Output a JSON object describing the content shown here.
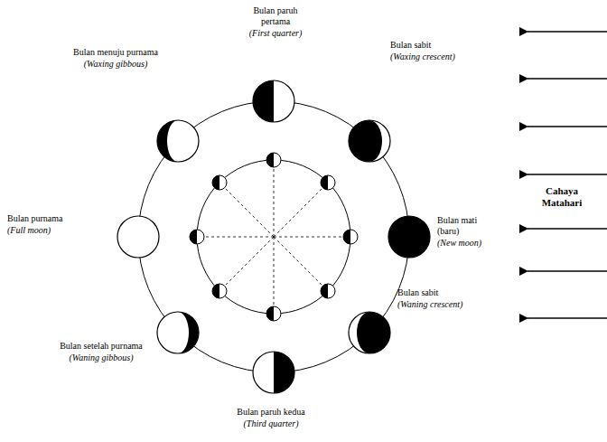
{
  "diagram": {
    "labels": [
      "Bulan paruh pertama",
      "(First quarter)",
      "Bulan menuju purnama",
      "(Waxing gibbous)",
      "Bulan sabit",
      "(Waxing crescent)",
      "Bulan purnama",
      "(Full moon)",
      "Bulan mati (baru)",
      "(New moon)",
      "Cahaya Matahari",
      "Bulan setelah purnama",
      "(Waning gibbous)",
      "Bulan sabit",
      "(Waning crescent)",
      "Bulan paruh kedua",
      "(Third quarter)"
    ]
  }
}
